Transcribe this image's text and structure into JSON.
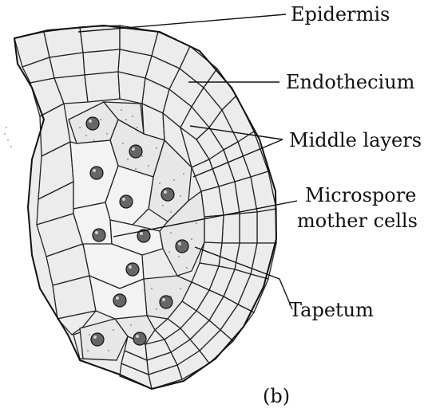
{
  "figure": {
    "panel_label": "(b)",
    "labels": {
      "epidermis": "Epidermis",
      "endothecium": "Endothecium",
      "middle_layers": "Middle layers",
      "microspore_line1": "Microspore",
      "microspore_line2": "mother cells",
      "tapetum": "Tapetum"
    }
  }
}
